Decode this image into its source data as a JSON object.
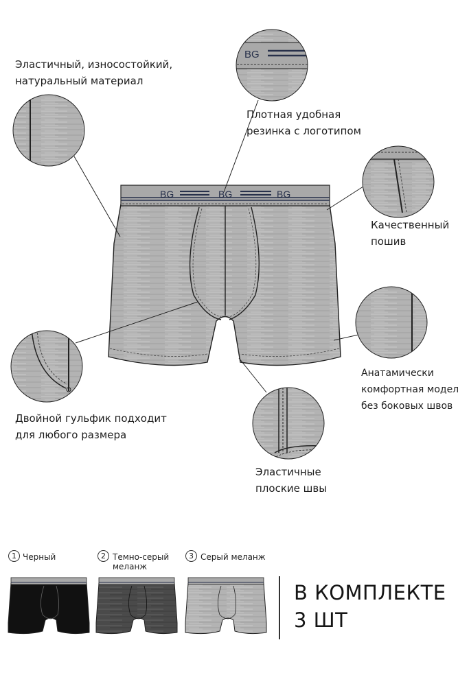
{
  "features": {
    "material": [
      "Эластичный, износостойкий,",
      "натуральный материал"
    ],
    "waistband": [
      "Плотная  удобная",
      "резинка с логотипом"
    ],
    "sewing": [
      "Качественный",
      "пошив"
    ],
    "model": [
      "Анатамически",
      "комфортная модель",
      "без боковых швов"
    ],
    "gusset": [
      "Двойной гульфик подходит",
      "для любого размера"
    ],
    "seams": [
      "Эластичные",
      "плоские швы"
    ]
  },
  "logo_text": "BG",
  "variants": [
    {
      "number": "1",
      "label": [
        "Черный"
      ],
      "color": "#111111"
    },
    {
      "number": "2",
      "label": [
        "Темно-серый",
        "меланж"
      ],
      "color": "#4a4a4a"
    },
    {
      "number": "3",
      "label": [
        "Серый меланж"
      ],
      "color": "#b9b9b9"
    }
  ],
  "bundle": [
    "В КОМПЛЕКТЕ",
    "3 ШТ"
  ],
  "colors": {
    "melange": "#b3b3b3",
    "band": "#a9a9a9",
    "stripe": "#27304a",
    "line": "#222222"
  }
}
